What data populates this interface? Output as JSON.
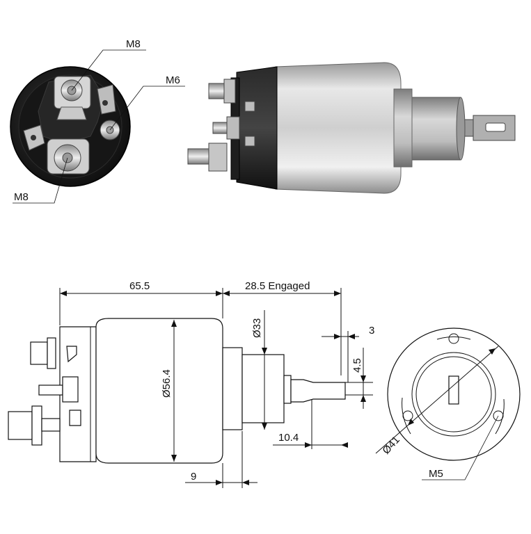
{
  "photo_callouts": {
    "top_terminal": "M8",
    "small_terminal": "M6",
    "bottom_terminal": "M8"
  },
  "dimensions": {
    "body_length": "65.5",
    "engaged_travel": "28.5 Engaged",
    "body_diameter": "Ø56.4",
    "plunger_diameter": "Ø33",
    "slot_offset": "3",
    "tab_width": "4.5",
    "tab_length": "10.4",
    "flange_step": "9",
    "bolt_circle": "Ø41",
    "mount_thread": "M5"
  },
  "colors": {
    "line": "#111111",
    "dark_cap": "#1a1a1a",
    "metal_light": "#e2e2e2",
    "metal_mid": "#b8b8b8",
    "metal_dark": "#8a8a8a"
  }
}
